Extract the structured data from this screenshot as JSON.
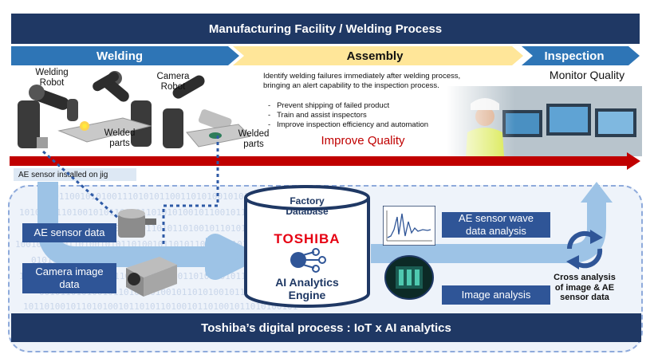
{
  "header": {
    "title": "Manufacturing Facility / Welding Process"
  },
  "stages": {
    "welding": "Welding",
    "assembly": "Assembly",
    "inspection": "Inspection"
  },
  "welding_area": {
    "welding_robot": [
      "Welding",
      "Robot"
    ],
    "camera_robot": [
      "Camera",
      "Robot"
    ],
    "welded_parts_1": [
      "Welded",
      "parts"
    ],
    "welded_parts_2": [
      "Welded",
      "parts"
    ],
    "ae_sensor_note": "AE sensor installed on jig"
  },
  "assembly_area": {
    "description": [
      "Identify welding failures immediately after welding process,",
      "bringing an alert capability to the inspection process."
    ],
    "bullets": [
      "Prevent shipping of failed product",
      "Train and assist inspectors",
      "Improve inspection efficiency and automation"
    ],
    "improve": "Improve Quality"
  },
  "inspection_area": {
    "monitor": "Monitor Quality"
  },
  "digital_process": {
    "ae_sensor_data": "AE sensor data",
    "camera_image_data": [
      "Camera image",
      "data"
    ],
    "factory_database": [
      "Factory",
      "Database"
    ],
    "brand": "TOSHIBA",
    "engine": [
      "AI Analytics",
      "Engine"
    ],
    "ae_wave_analysis": [
      "AE sensor wave",
      "data analysis"
    ],
    "image_analysis": "Image analysis",
    "cross_analysis": [
      "Cross analysis",
      "of image & AE",
      "sensor data"
    ],
    "footer": "Toshiba’s digital process : IoT x AI analytics"
  },
  "colors": {
    "navy": "#1f3864",
    "blue": "#2f5597",
    "chevron_blue": "#2e75b6",
    "assembly_yellow": "#ffe699",
    "red": "#c00000",
    "arrow_light": "#9dc3e6"
  }
}
